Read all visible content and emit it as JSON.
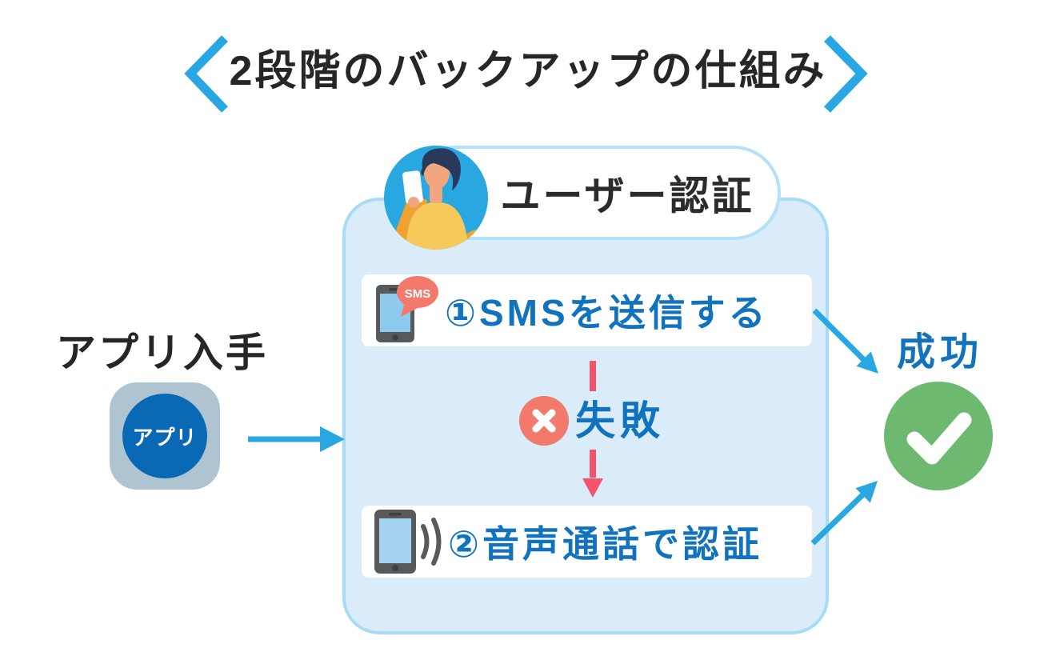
{
  "title": "2段階のバックアップの仕組み",
  "app": {
    "label": "アプリ入手",
    "icon_text": "アプリ"
  },
  "auth": {
    "header": "ユーザー認証",
    "step1": "①SMSを送信する",
    "sms_badge": "SMS",
    "fail": "失敗",
    "step2": "②音声通話で認証"
  },
  "success": "成功",
  "colors": {
    "accent": "#29A7E3",
    "text_blue": "#1173BD",
    "ink": "#262626",
    "box_fill": "#DAECFA",
    "box_border": "#A9DBF7",
    "pill_border": "#B5E0F9",
    "fail_red": "#F4536E",
    "coral": "#F2796B",
    "green": "#6CB96F",
    "app_tile": "#AFC4D1",
    "app_circle": "#0A69B4",
    "phone_gray": "#58595B",
    "phone_dark": "#3E3F41",
    "screen_blue": "#8EC9EE",
    "screen_blue_light": "#A6D3F0",
    "avatar_bg": "#29A7E0",
    "hair": "#28395C",
    "skin": "#F2A67F",
    "shirt": "#F6C95B",
    "sleeve": "#F0A231"
  }
}
